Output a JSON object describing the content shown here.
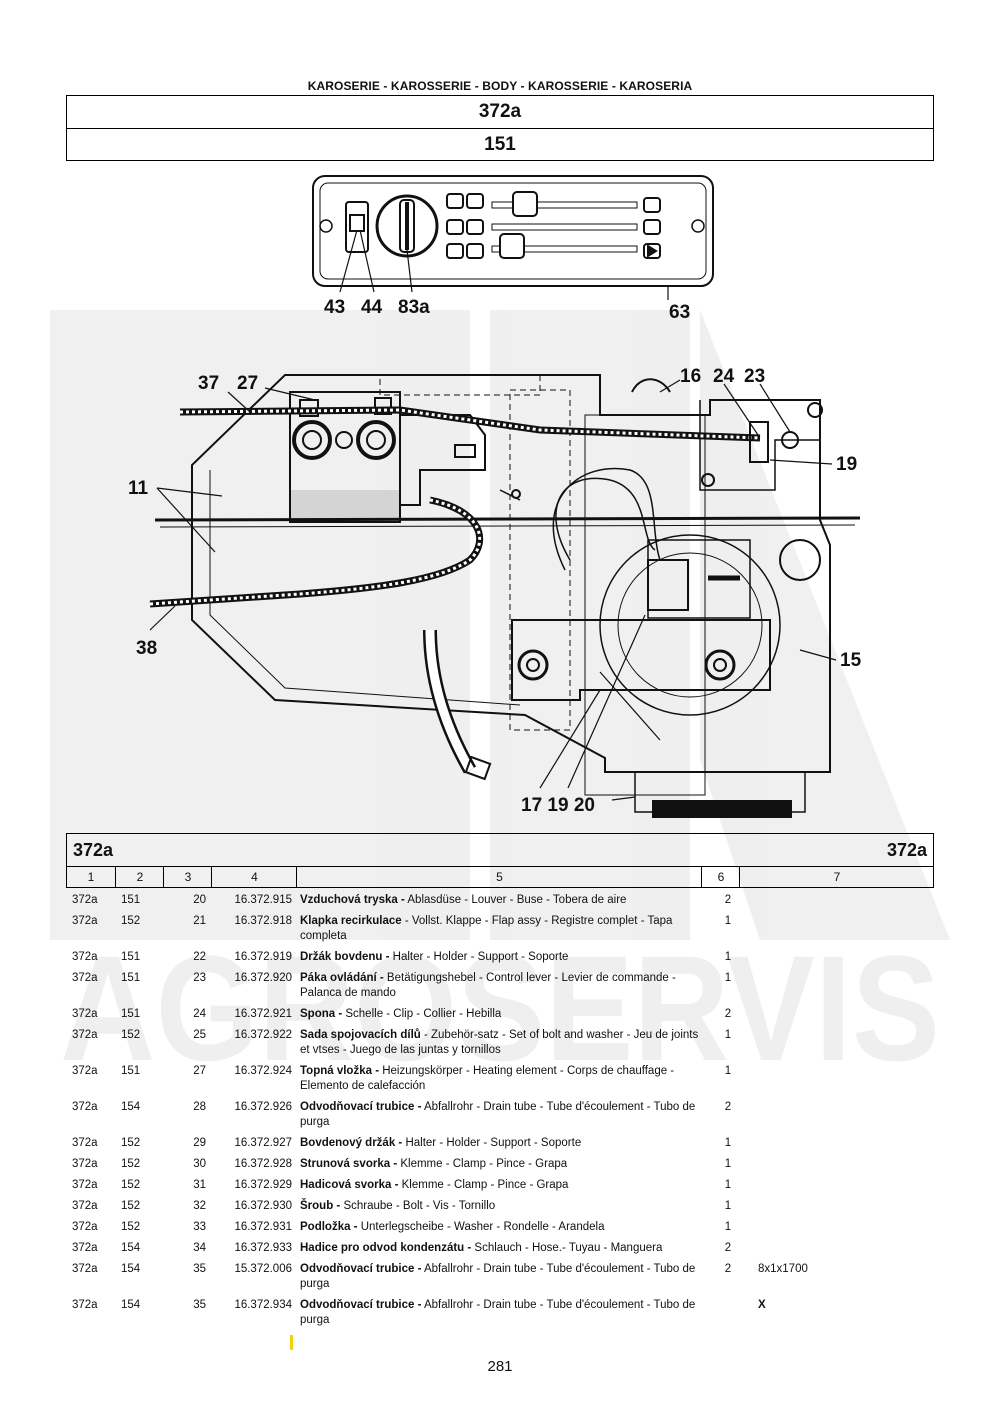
{
  "header": {
    "category": "KAROSERIE - KAROSSERIE - BODY - KAROSSERIE - KAROSERIA",
    "group": "372a",
    "subgroup": "151"
  },
  "diagram": {
    "callouts": [
      "43",
      "44",
      "83a",
      "63",
      "37",
      "27",
      "16",
      "24",
      "23",
      "19",
      "11",
      "38",
      "15",
      "17 19 20"
    ]
  },
  "watermark": {
    "text": "AGROSERVIS"
  },
  "table": {
    "section_left": "372a",
    "section_right": "372a",
    "column_numbers": [
      "1",
      "2",
      "3",
      "4",
      "5",
      "6",
      "7"
    ],
    "rows": [
      {
        "c1": "372a",
        "c2": "151",
        "c3": "20",
        "c4": "16.372.915",
        "name": "Vzduchová tryska -",
        "desc": " Ablasdüse - Louver - Buse - Tobera de aire",
        "qty": "2",
        "note": ""
      },
      {
        "c1": "372a",
        "c2": "152",
        "c3": "21",
        "c4": "16.372.918",
        "name": "Klapka recirkulace",
        "desc": " - Vollst. Klappe - Flap assy - Registre complet - Tapa completa",
        "qty": "1",
        "note": ""
      },
      {
        "c1": "372a",
        "c2": "151",
        "c3": "22",
        "c4": "16.372.919",
        "name": "Držák bovdenu -",
        "desc": " Halter - Holder - Support - Soporte",
        "qty": "1",
        "note": ""
      },
      {
        "c1": "372a",
        "c2": "151",
        "c3": "23",
        "c4": "16.372.920",
        "name": "Páka ovládání -",
        "desc": " Betätigungshebel - Control lever - Levier de commande - Palanca de mando",
        "qty": "1",
        "note": ""
      },
      {
        "c1": "372a",
        "c2": "151",
        "c3": "24",
        "c4": "16.372.921",
        "name": "Spona -",
        "desc": " Schelle - Clip - Collier - Hebilla",
        "qty": "2",
        "note": ""
      },
      {
        "c1": "372a",
        "c2": "152",
        "c3": "25",
        "c4": "16.372.922",
        "name": "Sada spojovacích dílů",
        "desc": " - Zubehör-satz - Set of bolt and washer - Jeu de joints et vtses - Juego de las juntas y tornillos",
        "qty": "1",
        "note": ""
      },
      {
        "c1": "372a",
        "c2": "151",
        "c3": "27",
        "c4": "16.372.924",
        "name": "Topná vložka -",
        "desc": " Heizungskörper - Heating element - Corps de chauffage - Elemento de calefacción",
        "qty": "1",
        "note": ""
      },
      {
        "c1": "372a",
        "c2": "154",
        "c3": "28",
        "c4": "16.372.926",
        "name": "Odvodňovací trubice -",
        "desc": " Abfallrohr - Drain tube - Tube d'écoulement - Tubo de purga",
        "qty": "2",
        "note": ""
      },
      {
        "c1": "372a",
        "c2": "152",
        "c3": "29",
        "c4": "16.372.927",
        "name": "Bovdenový držák -",
        "desc": " Halter - Holder - Support - Soporte",
        "qty": "1",
        "note": ""
      },
      {
        "c1": "372a",
        "c2": "152",
        "c3": "30",
        "c4": "16.372.928",
        "name": "Strunová svorka -",
        "desc": " Klemme - Clamp - Pince - Grapa",
        "qty": "1",
        "note": ""
      },
      {
        "c1": "372a",
        "c2": "152",
        "c3": "31",
        "c4": "16.372.929",
        "name": "Hadicová svorka -",
        "desc": " Klemme - Clamp - Pince - Grapa",
        "qty": "1",
        "note": ""
      },
      {
        "c1": "372a",
        "c2": "152",
        "c3": "32",
        "c4": "16.372.930",
        "name": "Šroub -",
        "desc": " Schraube - Bolt - Vis - Tornillo",
        "qty": "1",
        "note": ""
      },
      {
        "c1": "372a",
        "c2": "152",
        "c3": "33",
        "c4": "16.372.931",
        "name": "Podložka -",
        "desc": " Unterlegscheibe - Washer - Rondelle - Arandela",
        "qty": "1",
        "note": ""
      },
      {
        "c1": "372a",
        "c2": "154",
        "c3": "34",
        "c4": "16.372.933",
        "name": "Hadice pro odvod kondenzátu -",
        "desc": " Schlauch - Hose.- Tuyau - Manguera",
        "qty": "2",
        "note": ""
      },
      {
        "c1": "372a",
        "c2": "154",
        "c3": "35",
        "c4": "15.372.006",
        "name": "Odvodňovací trubice -",
        "desc": " Abfallrohr - Drain tube - Tube d'écoulement - Tubo de purga",
        "qty": "2",
        "note": "8x1x1700"
      },
      {
        "c1": "372a",
        "c2": "154",
        "c3": "35",
        "c4": "16.372.934",
        "name": "Odvodňovací trubice -",
        "desc": " Abfallrohr - Drain tube - Tube d'écoulement - Tubo de purga",
        "qty": "",
        "note": "X"
      }
    ]
  },
  "footer": {
    "page": "281"
  }
}
